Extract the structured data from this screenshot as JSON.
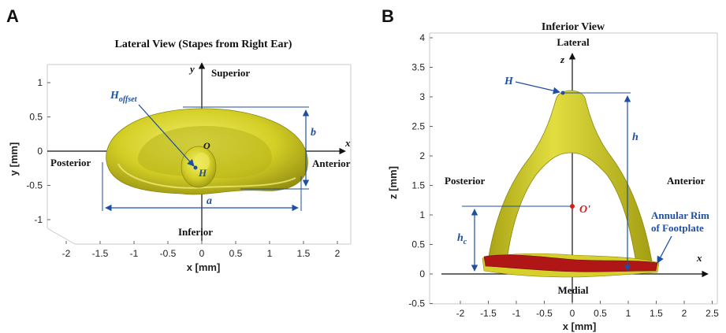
{
  "colors": {
    "bone": "#d7d22a",
    "bone_dark": "#9f9a12",
    "annotation": "#1f4fa0",
    "rim": "#b01616",
    "origin": "#d81b1b"
  },
  "panelA": {
    "label": "A",
    "title": "Lateral View (Stapes from Right Ear)",
    "directions": {
      "superior": "Superior",
      "inferior": "Inferior",
      "posterior": "Posterior",
      "anterior": "Anterior"
    },
    "annotations": {
      "h_offset_main": "H",
      "h_offset_sub": "offset",
      "H": "H",
      "O": "O",
      "a": "a",
      "b": "b"
    },
    "axis_letters": {
      "x": "x",
      "y": "y"
    }
  },
  "panelB": {
    "label": "B",
    "title": "Inferior View",
    "directions": {
      "lateral": "Lateral",
      "medial": "Medial",
      "posterior": "Posterior",
      "anterior": "Anterior"
    },
    "annotations": {
      "H": "H",
      "O_prime": "O'",
      "h": "h",
      "hc_main": "h",
      "hc_sub": "c",
      "rim_line1": "Annular Rim",
      "rim_line2": "of Footplate"
    },
    "axis_letters": {
      "x": "x",
      "z": "z"
    }
  },
  "chart_data": [
    {
      "type": "scatter",
      "xlabel": "x [mm]",
      "ylabel": "y [mm]",
      "xlim": [
        -2.3,
        2.3
      ],
      "ylim": [
        -1.4,
        1.4
      ],
      "x_ticks": [
        -2,
        -1.5,
        -1,
        -0.5,
        0,
        0.5,
        1,
        1.5,
        2
      ],
      "x_tick_labels": [
        "-2",
        "-1.5",
        "-1",
        "-0.5",
        "0",
        "0.5",
        "1",
        "1.5",
        "2"
      ],
      "y_ticks": [
        -1,
        -0.5,
        0,
        0.5,
        1
      ],
      "y_tick_labels": [
        "-1",
        "-0.5",
        "0",
        "0.5",
        "1"
      ],
      "grid": false
    },
    {
      "type": "scatter",
      "xlabel": "x [mm]",
      "ylabel": "z [mm]",
      "xlim": [
        -2.5,
        2.5
      ],
      "ylim": [
        -0.5,
        4.2
      ],
      "x_ticks": [
        -2,
        -1.5,
        -1,
        -0.5,
        0,
        0.5,
        1,
        1.5,
        2,
        2.5
      ],
      "x_tick_labels": [
        "-2",
        "-1.5",
        "-1",
        "-0.5",
        "0",
        "0.5",
        "1",
        "1.5",
        "2",
        "2.5"
      ],
      "y_ticks": [
        -0.5,
        0,
        0.5,
        1,
        1.5,
        2,
        2.5,
        3,
        3.5,
        4
      ],
      "y_tick_labels": [
        "-0.5",
        "0",
        "0.5",
        "1",
        "1.5",
        "2",
        "2.5",
        "3",
        "3.5",
        "4"
      ],
      "grid": false
    }
  ]
}
